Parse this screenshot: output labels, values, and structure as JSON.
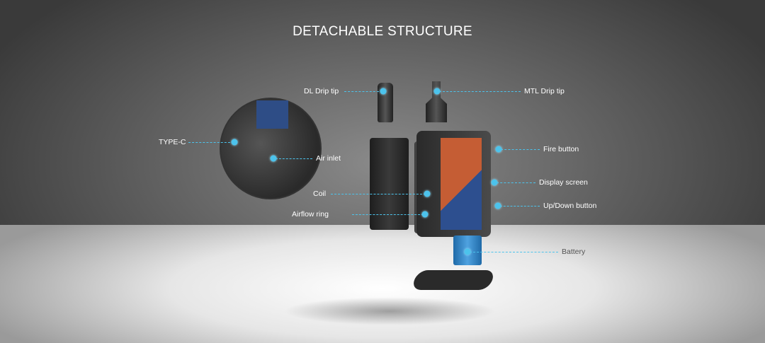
{
  "title": "DETACHABLE STRUCTURE",
  "accent": "#4cc3ec",
  "callouts": {
    "dl_drip_tip": "DL Drip tip",
    "mtl_drip_tip": "MTL Drip tip",
    "type_c": "TYPE-C",
    "air_inlet": "Air inlet",
    "fire_button": "Fire button",
    "display_screen": "Display screen",
    "coil": "Coil",
    "airflow_ring": "Airflow ring",
    "up_down_button": "Up/Down button",
    "battery": "Battery"
  }
}
